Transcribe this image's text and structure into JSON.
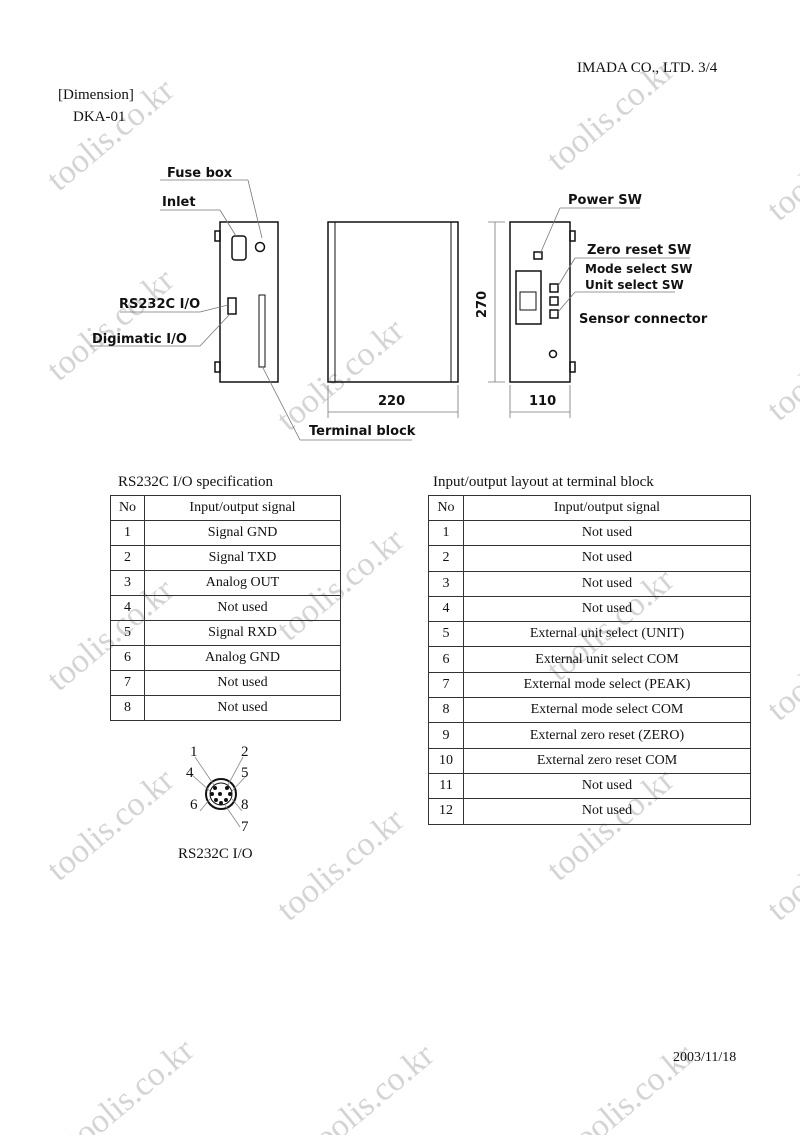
{
  "header": {
    "company": "IMADA CO., LTD. 3/4",
    "section": "[Dimension]",
    "model": "DKA-01"
  },
  "drawing": {
    "labels": {
      "fuse_box": "Fuse box",
      "inlet": "Inlet",
      "rs232c": "RS232C I/O",
      "digimatic": "Digimatic I/O",
      "terminal_block": "Terminal block",
      "power_sw": "Power SW",
      "zero_reset": "Zero reset SW",
      "mode_select": "Mode select SW",
      "unit_select": "Unit select SW",
      "sensor_connector": "Sensor connector"
    },
    "dimensions": {
      "height": "270",
      "width": "220",
      "depth": "110"
    }
  },
  "rs232_table": {
    "title": "RS232C I/O specification",
    "headers": [
      "No",
      "Input/output signal"
    ],
    "rows": [
      [
        "1",
        "Signal GND"
      ],
      [
        "2",
        "Signal TXD"
      ],
      [
        "3",
        "Analog OUT"
      ],
      [
        "4",
        "Not used"
      ],
      [
        "5",
        "Signal RXD"
      ],
      [
        "6",
        "Analog GND"
      ],
      [
        "7",
        "Not used"
      ],
      [
        "8",
        "Not used"
      ]
    ]
  },
  "connector": {
    "caption": "RS232C I/O",
    "pins": [
      "1",
      "2",
      "4",
      "5",
      "6",
      "8",
      "7"
    ]
  },
  "terminal_table": {
    "title": "Input/output layout at terminal block",
    "headers": [
      "No",
      "Input/output signal"
    ],
    "rows": [
      [
        "1",
        "Not used"
      ],
      [
        "2",
        "Not used"
      ],
      [
        "3",
        "Not used"
      ],
      [
        "4",
        "Not used"
      ],
      [
        "5",
        "External unit select (UNIT)"
      ],
      [
        "6",
        "External unit select COM"
      ],
      [
        "7",
        "External mode select (PEAK)"
      ],
      [
        "8",
        "External mode select COM"
      ],
      [
        "9",
        "External zero reset (ZERO)"
      ],
      [
        "10",
        "External zero reset COM"
      ],
      [
        "11",
        "Not used"
      ],
      [
        "12",
        "Not used"
      ]
    ]
  },
  "footer": {
    "date": "2003/11/18"
  },
  "watermark": "toolis.co.kr"
}
